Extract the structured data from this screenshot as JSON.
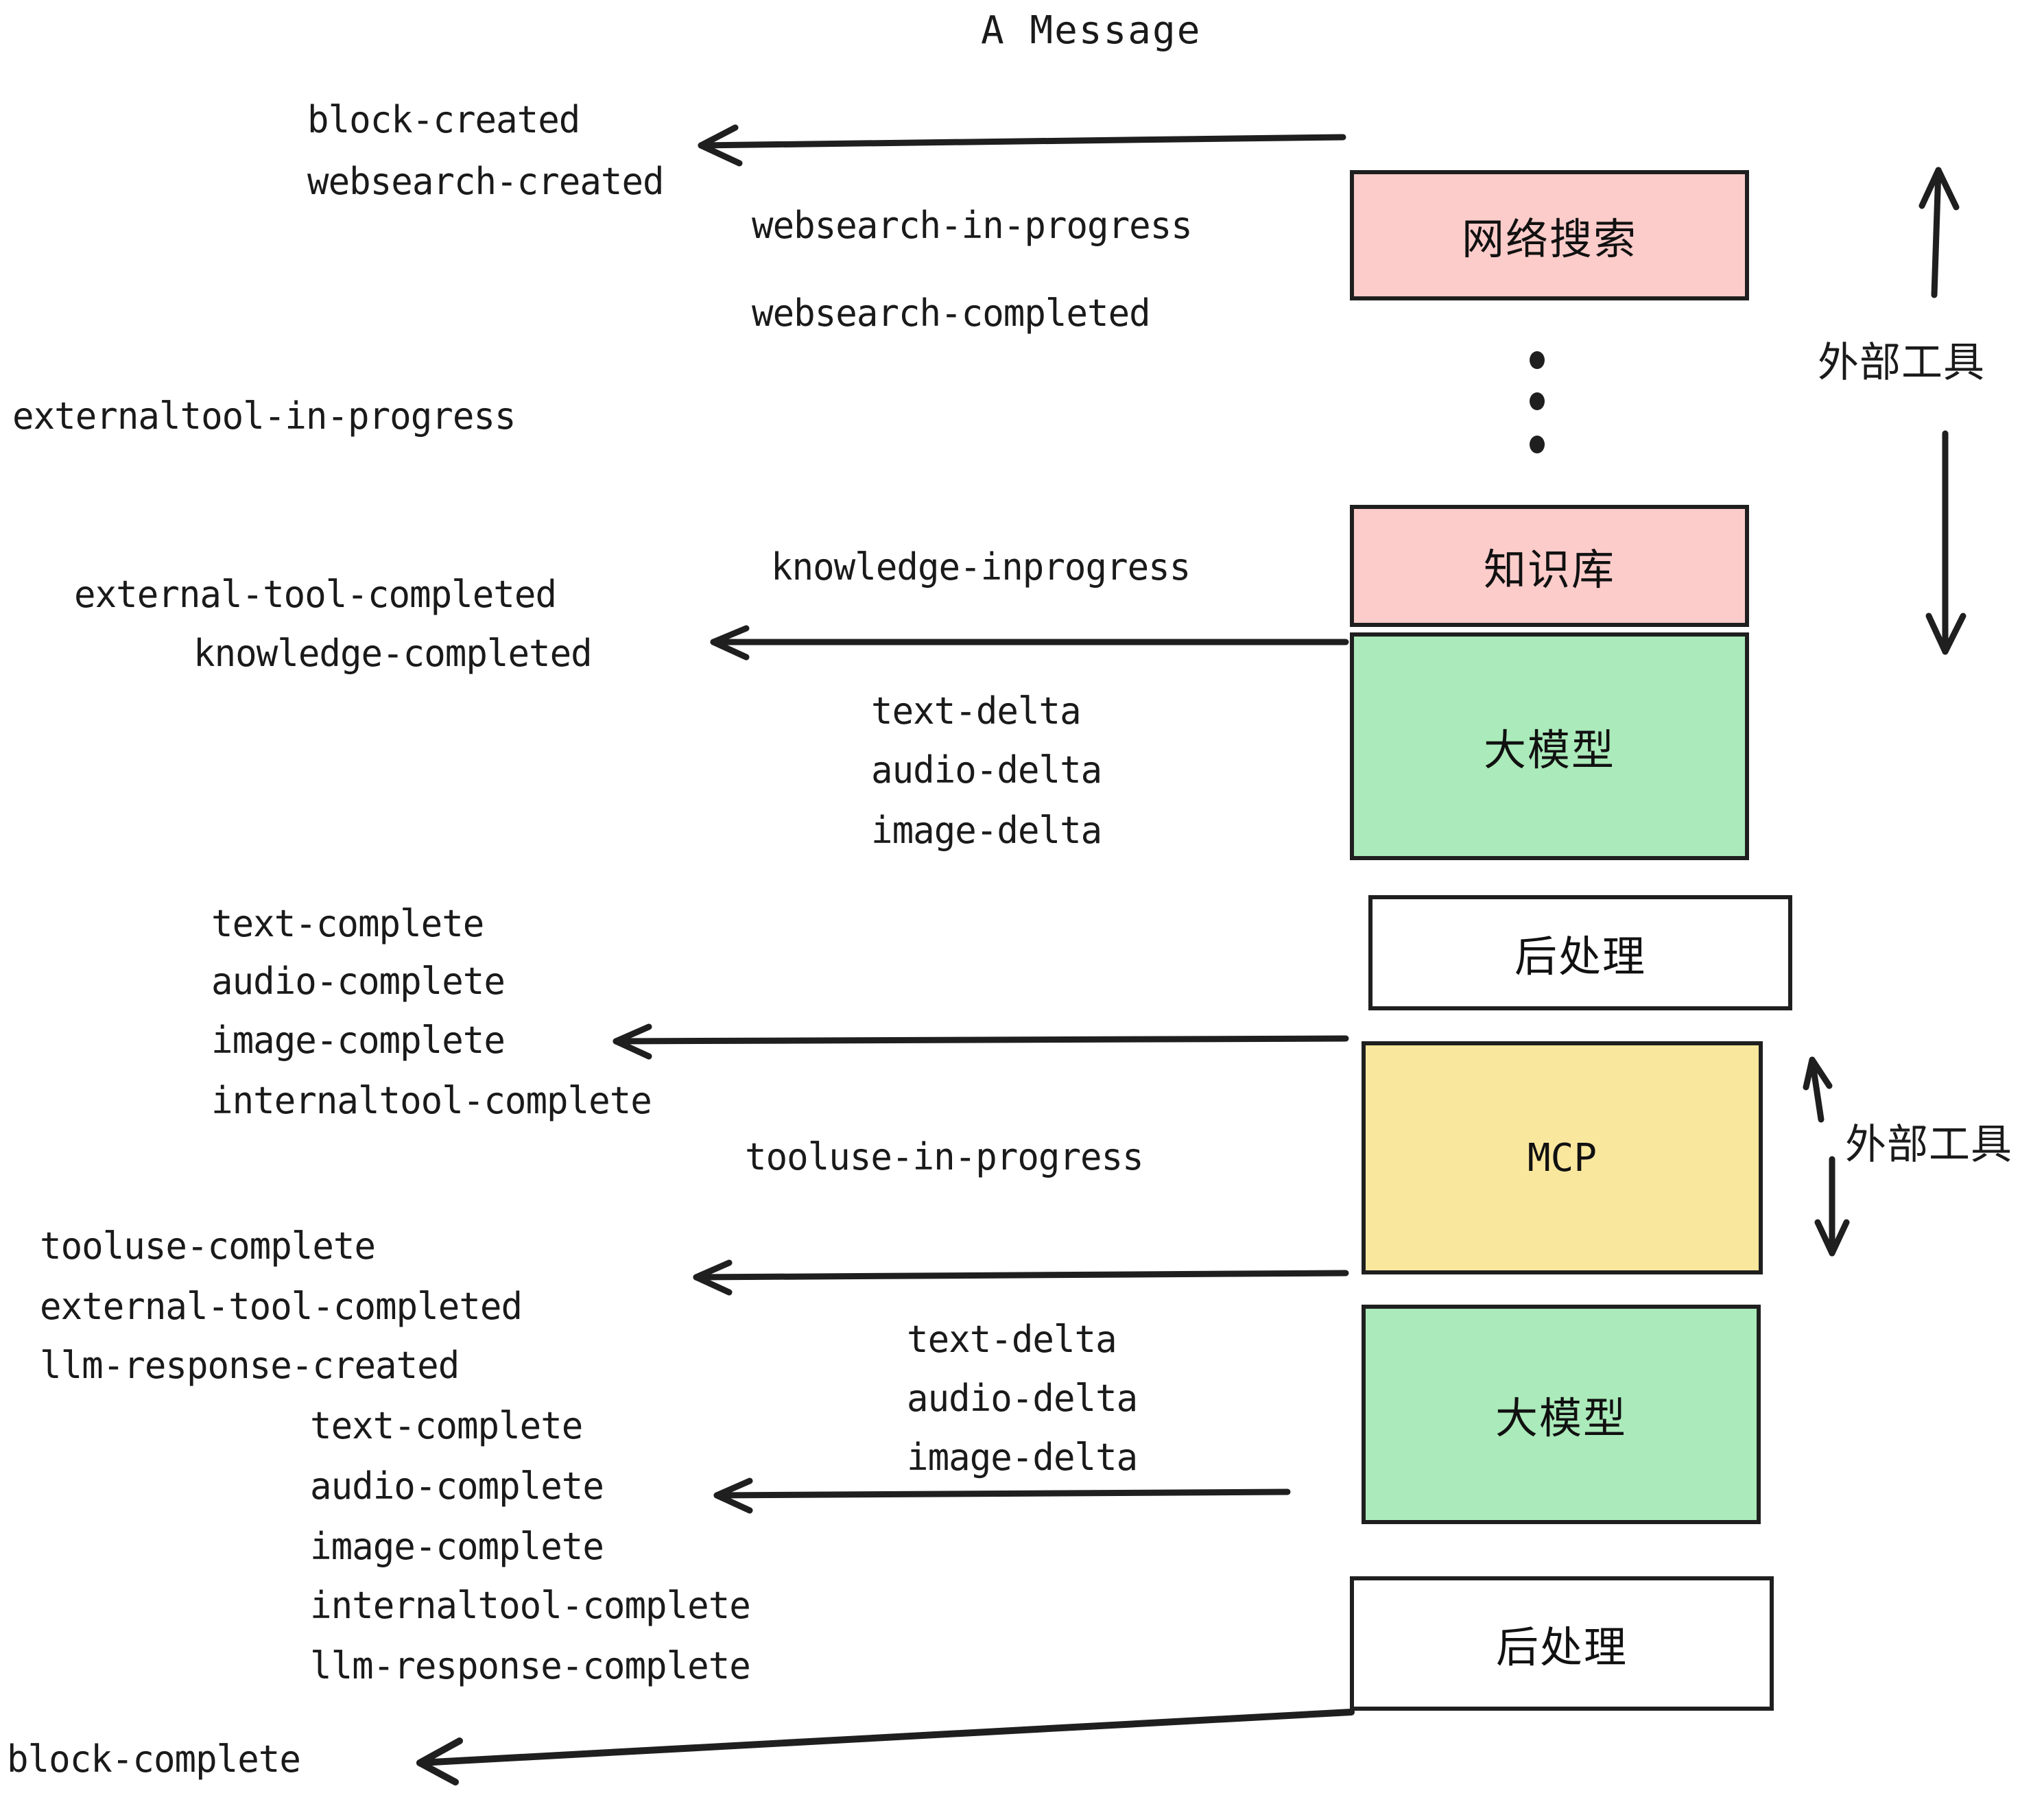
{
  "title": "A Message",
  "colors": {
    "pink": "#fcccca",
    "green": "#abeaba",
    "yellow": "#fae79e",
    "white": "#ffffff",
    "stroke": "#1f1f1f"
  },
  "boxes": {
    "websearch": {
      "label": "网络搜索",
      "fill": "pink"
    },
    "knowledge": {
      "label": "知识库",
      "fill": "pink"
    },
    "llm_1": {
      "label": "大模型",
      "fill": "green"
    },
    "postprocess_1": {
      "label": "后处理",
      "fill": "white"
    },
    "mcp": {
      "label": "MCP",
      "fill": "yellow"
    },
    "llm_2": {
      "label": "大模型",
      "fill": "green"
    },
    "postprocess_2": {
      "label": "后处理",
      "fill": "white"
    }
  },
  "side_labels": {
    "external_tool_top": "外部工具",
    "external_tool_bottom": "外部工具"
  },
  "events": {
    "block_created": "block-created",
    "websearch_created": "websearch-created",
    "websearch_in_progress": "websearch-in-progress",
    "websearch_completed": "websearch-completed",
    "externaltool_in_progress": "externaltool-in-progress",
    "knowledge_inprogress": "knowledge-inprogress",
    "external_tool_completed_1": "external-tool-completed",
    "knowledge_completed": "knowledge-completed",
    "text_delta_1": "text-delta",
    "audio_delta_1": "audio-delta",
    "image_delta_1": "image-delta",
    "text_complete_1": "text-complete",
    "audio_complete_1": "audio-complete",
    "image_complete_1": "image-complete",
    "internaltool_complete_1": "internaltool-complete",
    "tooluse_in_progress": "tooluse-in-progress",
    "tooluse_complete": "tooluse-complete",
    "external_tool_completed_2": "external-tool-completed",
    "llm_response_created": "llm-response-created",
    "text_delta_2": "text-delta",
    "audio_delta_2": "audio-delta",
    "image_delta_2": "image-delta",
    "text_complete_2": "text-complete",
    "audio_complete_2": "audio-complete",
    "image_complete_2": "image-complete",
    "internaltool_complete_2": "internaltool-complete",
    "llm_response_complete": "llm-response-complete",
    "block_complete": "block-complete"
  }
}
